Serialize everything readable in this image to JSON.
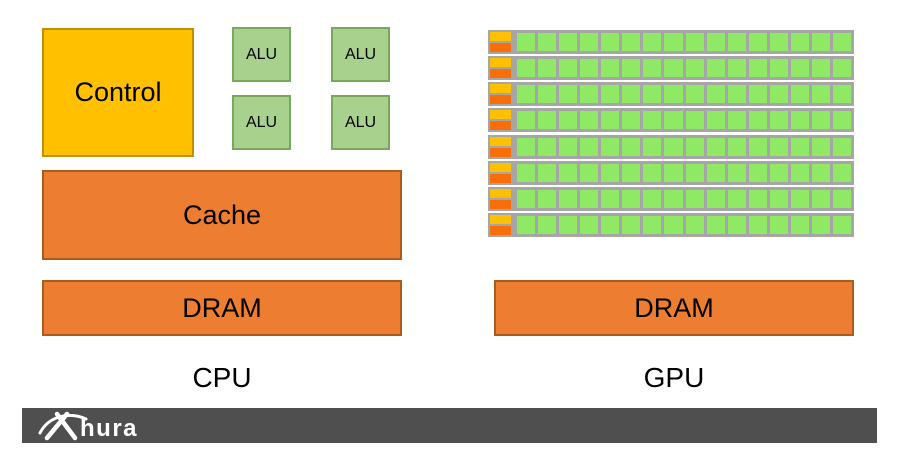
{
  "diagram": {
    "cpu": {
      "label": "CPU",
      "control_label": "Control",
      "alu_labels": [
        "ALU",
        "ALU",
        "ALU",
        "ALU"
      ],
      "cache_label": "Cache",
      "dram_label": "DRAM"
    },
    "gpu": {
      "label": "GPU",
      "dram_label": "DRAM",
      "grid": {
        "rows": 8,
        "green_columns": 16,
        "control_cells_per_row": 1,
        "row_control_bar_colors": [
          "#FFC000",
          "#FA6E0A"
        ]
      }
    },
    "colors": {
      "control_fill": "#FFC000",
      "control_border": "#BF9000",
      "alu_fill": "#A9D18E",
      "alu_border": "#7BA75D",
      "orange_fill": "#ED7D31",
      "orange_border": "#AC5B1E",
      "grid_line": "#A6A6A6",
      "grid_green": "#90E965",
      "grid_yellow": "#FFC000",
      "grid_orange": "#FA6E0A",
      "footer_bg": "#4F4F4F",
      "text": "#000000"
    }
  },
  "footer": {
    "brand": "Ahura",
    "wordmark_rest": "hura"
  }
}
